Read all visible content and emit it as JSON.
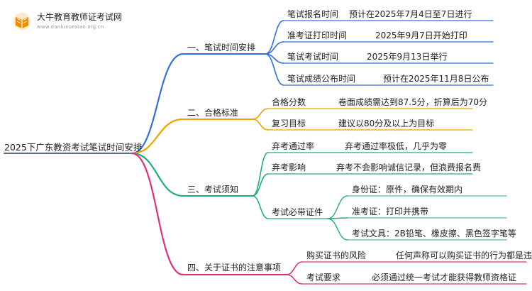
{
  "logo": {
    "title": "大牛教育教师证考试网",
    "subtitle": "www.daniuxuexiao.org.cn"
  },
  "colors": {
    "blue": "#2f6fe0",
    "orange": "#f0a000",
    "green": "#1fb075",
    "pink": "#e0307a",
    "root": "#5a6b8c"
  },
  "root": "2025下广东教资考试笔试时间安排",
  "branches": [
    {
      "label": "一、笔试时间安排",
      "items": [
        {
          "label": "笔试报名时间",
          "value": "预计在2025年7月4日至7日进行"
        },
        {
          "label": "准考证打印时间",
          "value": "2025年9月7日开始打印"
        },
        {
          "label": "笔试考试时间",
          "value": "2025年9月13日举行"
        },
        {
          "label": "笔试成绩公布时间",
          "value": "预计在2025年11月8日公布"
        }
      ]
    },
    {
      "label": "二、合格标准",
      "items": [
        {
          "label": "合格分数",
          "value": "卷面成绩需达到87.5分，折算后为70分"
        },
        {
          "label": "复习目标",
          "value": "建议以80分及以上为目标"
        }
      ]
    },
    {
      "label": "三、考试须知",
      "items": [
        {
          "label": "弃考通过率",
          "value": "弃考通过率极低，几乎为零"
        },
        {
          "label": "弃考影响",
          "value": "弃考不会影响诚信记录，但浪费报名费"
        },
        {
          "label": "考试必带证件",
          "children": [
            "身份证：原件，确保有效期内",
            "准考证：打印并携带",
            "考试文具：2B铅笔、橡皮擦、黑色签字笔等"
          ]
        }
      ]
    },
    {
      "label": "四、关于证书的注意事项",
      "items": [
        {
          "label": "购买证书的风险",
          "value": "任何声称可以购买证书的行为都是违法的"
        },
        {
          "label": "考试要求",
          "value": "必须通过统一考试才能获得教师资格证"
        }
      ]
    }
  ]
}
